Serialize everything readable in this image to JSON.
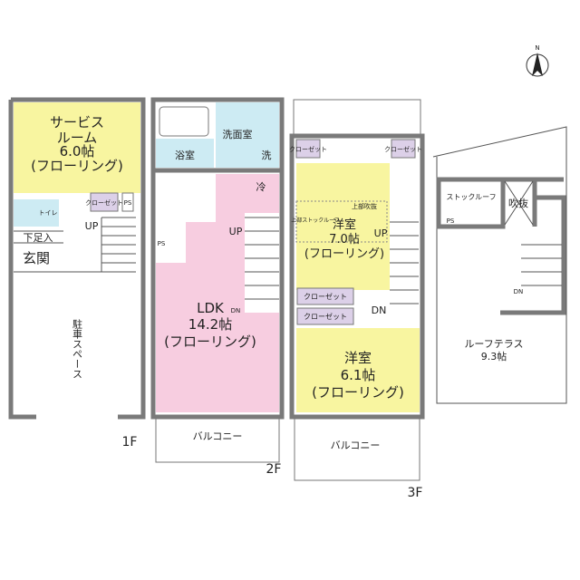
{
  "compass": {
    "label": "N"
  },
  "floors": {
    "f1": {
      "label": "1F",
      "service_room": {
        "name": "サービス",
        "name2": "ルーム",
        "size": "6.0帖",
        "floor": "(フローリング)"
      },
      "toilet": "トイレ",
      "closet": "クローゼット",
      "ps": "PS",
      "up": "UP",
      "shoe": "下足入",
      "entrance": "玄関",
      "parking": "駐車スペース"
    },
    "f2": {
      "label": "2F",
      "bath": "浴室",
      "washroom": "洗面室",
      "washer": "洗",
      "fridge": "冷",
      "ps": "PS",
      "up": "UP",
      "dn": "DN",
      "ldk": {
        "name": "LDK",
        "size": "14.2帖",
        "floor": "(フローリング)"
      },
      "balcony": "バルコニー"
    },
    "f3": {
      "label": "3F",
      "closet_small": "クローゼット",
      "closet": "クローゼット",
      "room1": {
        "name": "洋室",
        "size": "7.0帖",
        "floor": "(フローリング)"
      },
      "upper_stock": "上部ストックルーフ",
      "upper_void": "上部吹抜",
      "up": "UP",
      "dn": "DN",
      "room2": {
        "name": "洋室",
        "size": "6.1帖",
        "floor": "(フローリング)"
      },
      "balcony": "バルコニー"
    },
    "roof": {
      "stock_roof": "ストックルーフ",
      "void": "吹抜",
      "ps": "PS",
      "dn": "DN",
      "terrace": {
        "name": "ルーフテラス",
        "size": "9.3帖"
      }
    }
  }
}
